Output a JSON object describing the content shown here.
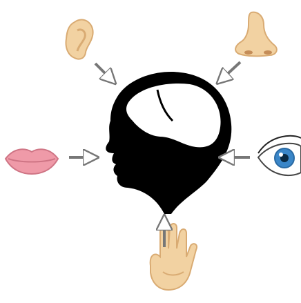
{
  "diagram": {
    "center": {
      "icon": "head-brain-silhouette-icon"
    },
    "senses": [
      {
        "sense": "hearing",
        "icon": "ear-icon"
      },
      {
        "sense": "smell",
        "icon": "nose-icon"
      },
      {
        "sense": "taste",
        "icon": "lips-icon"
      },
      {
        "sense": "sight",
        "icon": "eye-icon"
      },
      {
        "sense": "touch",
        "icon": "hand-icon"
      }
    ],
    "colors": {
      "silhouette": "#000000",
      "brain_fill": "#ffffff",
      "arrow_stroke": "#777777",
      "skin": "#f2d2a2",
      "skin_shadow": "#d9ab73",
      "lips": "#ef9aa8",
      "iris": "#3a86c8"
    }
  }
}
